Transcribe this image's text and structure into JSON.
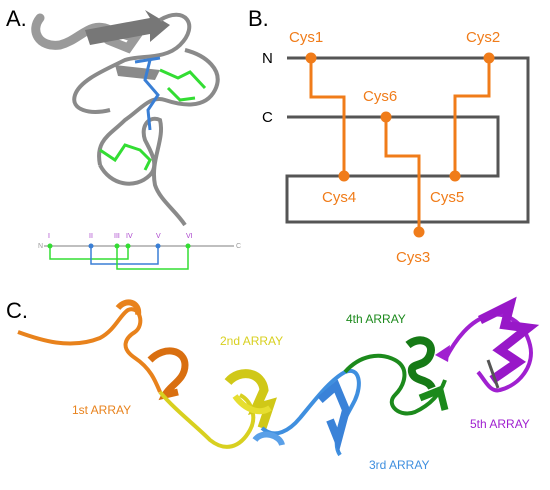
{
  "panels": {
    "a": {
      "label": "A.",
      "ruler": {
        "n_label": "N",
        "c_label": "C",
        "sites": [
          "I",
          "II",
          "III",
          "IV",
          "V",
          "VI"
        ]
      }
    },
    "b": {
      "label": "B.",
      "n_terminus": "N",
      "c_terminus": "C",
      "cysteines": [
        "Cys1",
        "Cys2",
        "Cys6",
        "Cys4",
        "Cys5",
        "Cys3"
      ]
    },
    "c": {
      "label": "C.",
      "arrays": [
        "1st ARRAY",
        "2nd ARRAY",
        "3rd ARRAY",
        "4th ARRAY",
        "5th ARRAY"
      ]
    }
  },
  "colors": {
    "backbone_gray": "#555555",
    "disulfide_orange": "#f07c1a",
    "ribbon_gray": "#9a9a9a",
    "green": "#33dd33",
    "blue": "#3a7fd5",
    "purple": "#aa44cc",
    "array1": "#e8821c",
    "array2": "#d8d020",
    "array3": "#3f8fdf",
    "array4": "#1c8a1c",
    "array5": "#a020d0"
  }
}
